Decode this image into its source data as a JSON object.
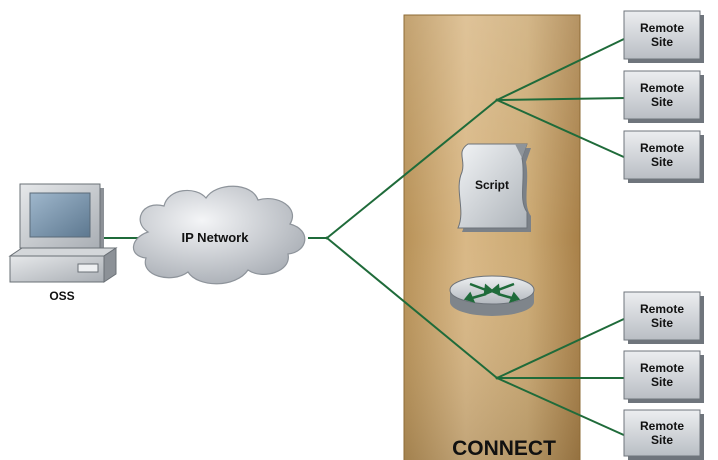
{
  "connect_label": "CONNECT",
  "oss_label": "OSS",
  "cloud_label": "IP Network",
  "script_label": "Script",
  "remote_sites": [
    {
      "line1": "Remote",
      "line2": "Site"
    },
    {
      "line1": "Remote",
      "line2": "Site"
    },
    {
      "line1": "Remote",
      "line2": "Site"
    },
    {
      "line1": "Remote",
      "line2": "Site"
    },
    {
      "line1": "Remote",
      "line2": "Site"
    },
    {
      "line1": "Remote",
      "line2": "Site"
    }
  ],
  "colors": {
    "connect_panel": "#c9a46e",
    "connection_line": "#1f6b3a",
    "cloud": "#c9cdd3",
    "remote_box": "#cfd3d8"
  }
}
